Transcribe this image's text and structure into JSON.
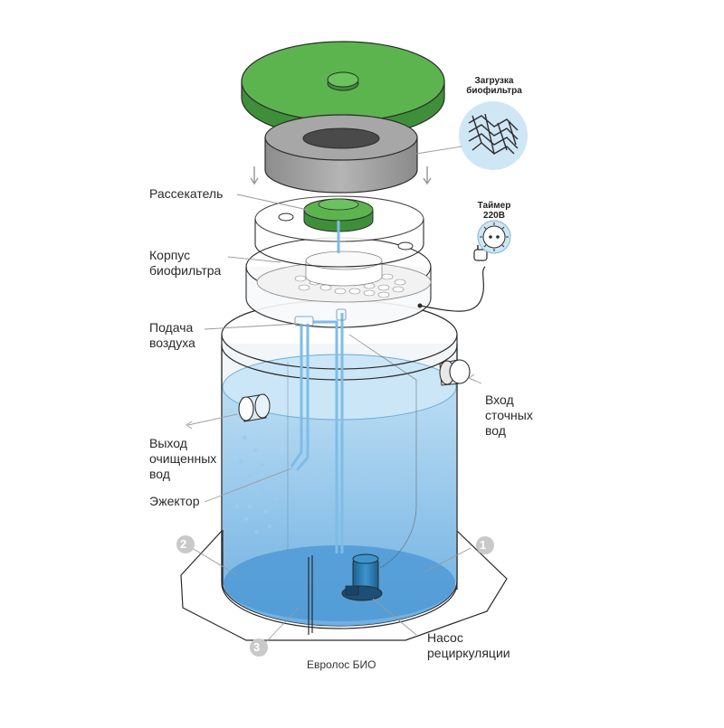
{
  "labels": {
    "splitter": "Рассекатель",
    "biofilter_body": [
      "Корпус",
      "биофильтра"
    ],
    "air_supply": [
      "Подача",
      "воздуха"
    ],
    "treated_outlet": [
      "Выход",
      "очищенных",
      "вод"
    ],
    "ejector": "Эжектор",
    "inlet": [
      "Вход",
      "сточных",
      "вод"
    ],
    "pump": [
      "Насос",
      "рециркуляции"
    ],
    "biofilter_load": [
      "Загрузка",
      "биофильтра"
    ],
    "timer": [
      "Таймер",
      "220В"
    ],
    "product": "Евролос БИО"
  },
  "badges": [
    "1",
    "2",
    "3"
  ],
  "colors": {
    "lid_green": "#5cb44f",
    "lid_dark": "#3f8f3a",
    "ring_gray": "#9a9a9a",
    "water_blue": "#a9d3ef",
    "water_deep": "#5aa5dd",
    "pump_blue": "#2e7fb8",
    "outline": "#2b2b2b",
    "badge_gray": "#c9c9c9"
  },
  "icons": [
    "arrow-down-icon",
    "mesh-icon",
    "socket-icon",
    "plug-icon",
    "bubble-icon"
  ]
}
